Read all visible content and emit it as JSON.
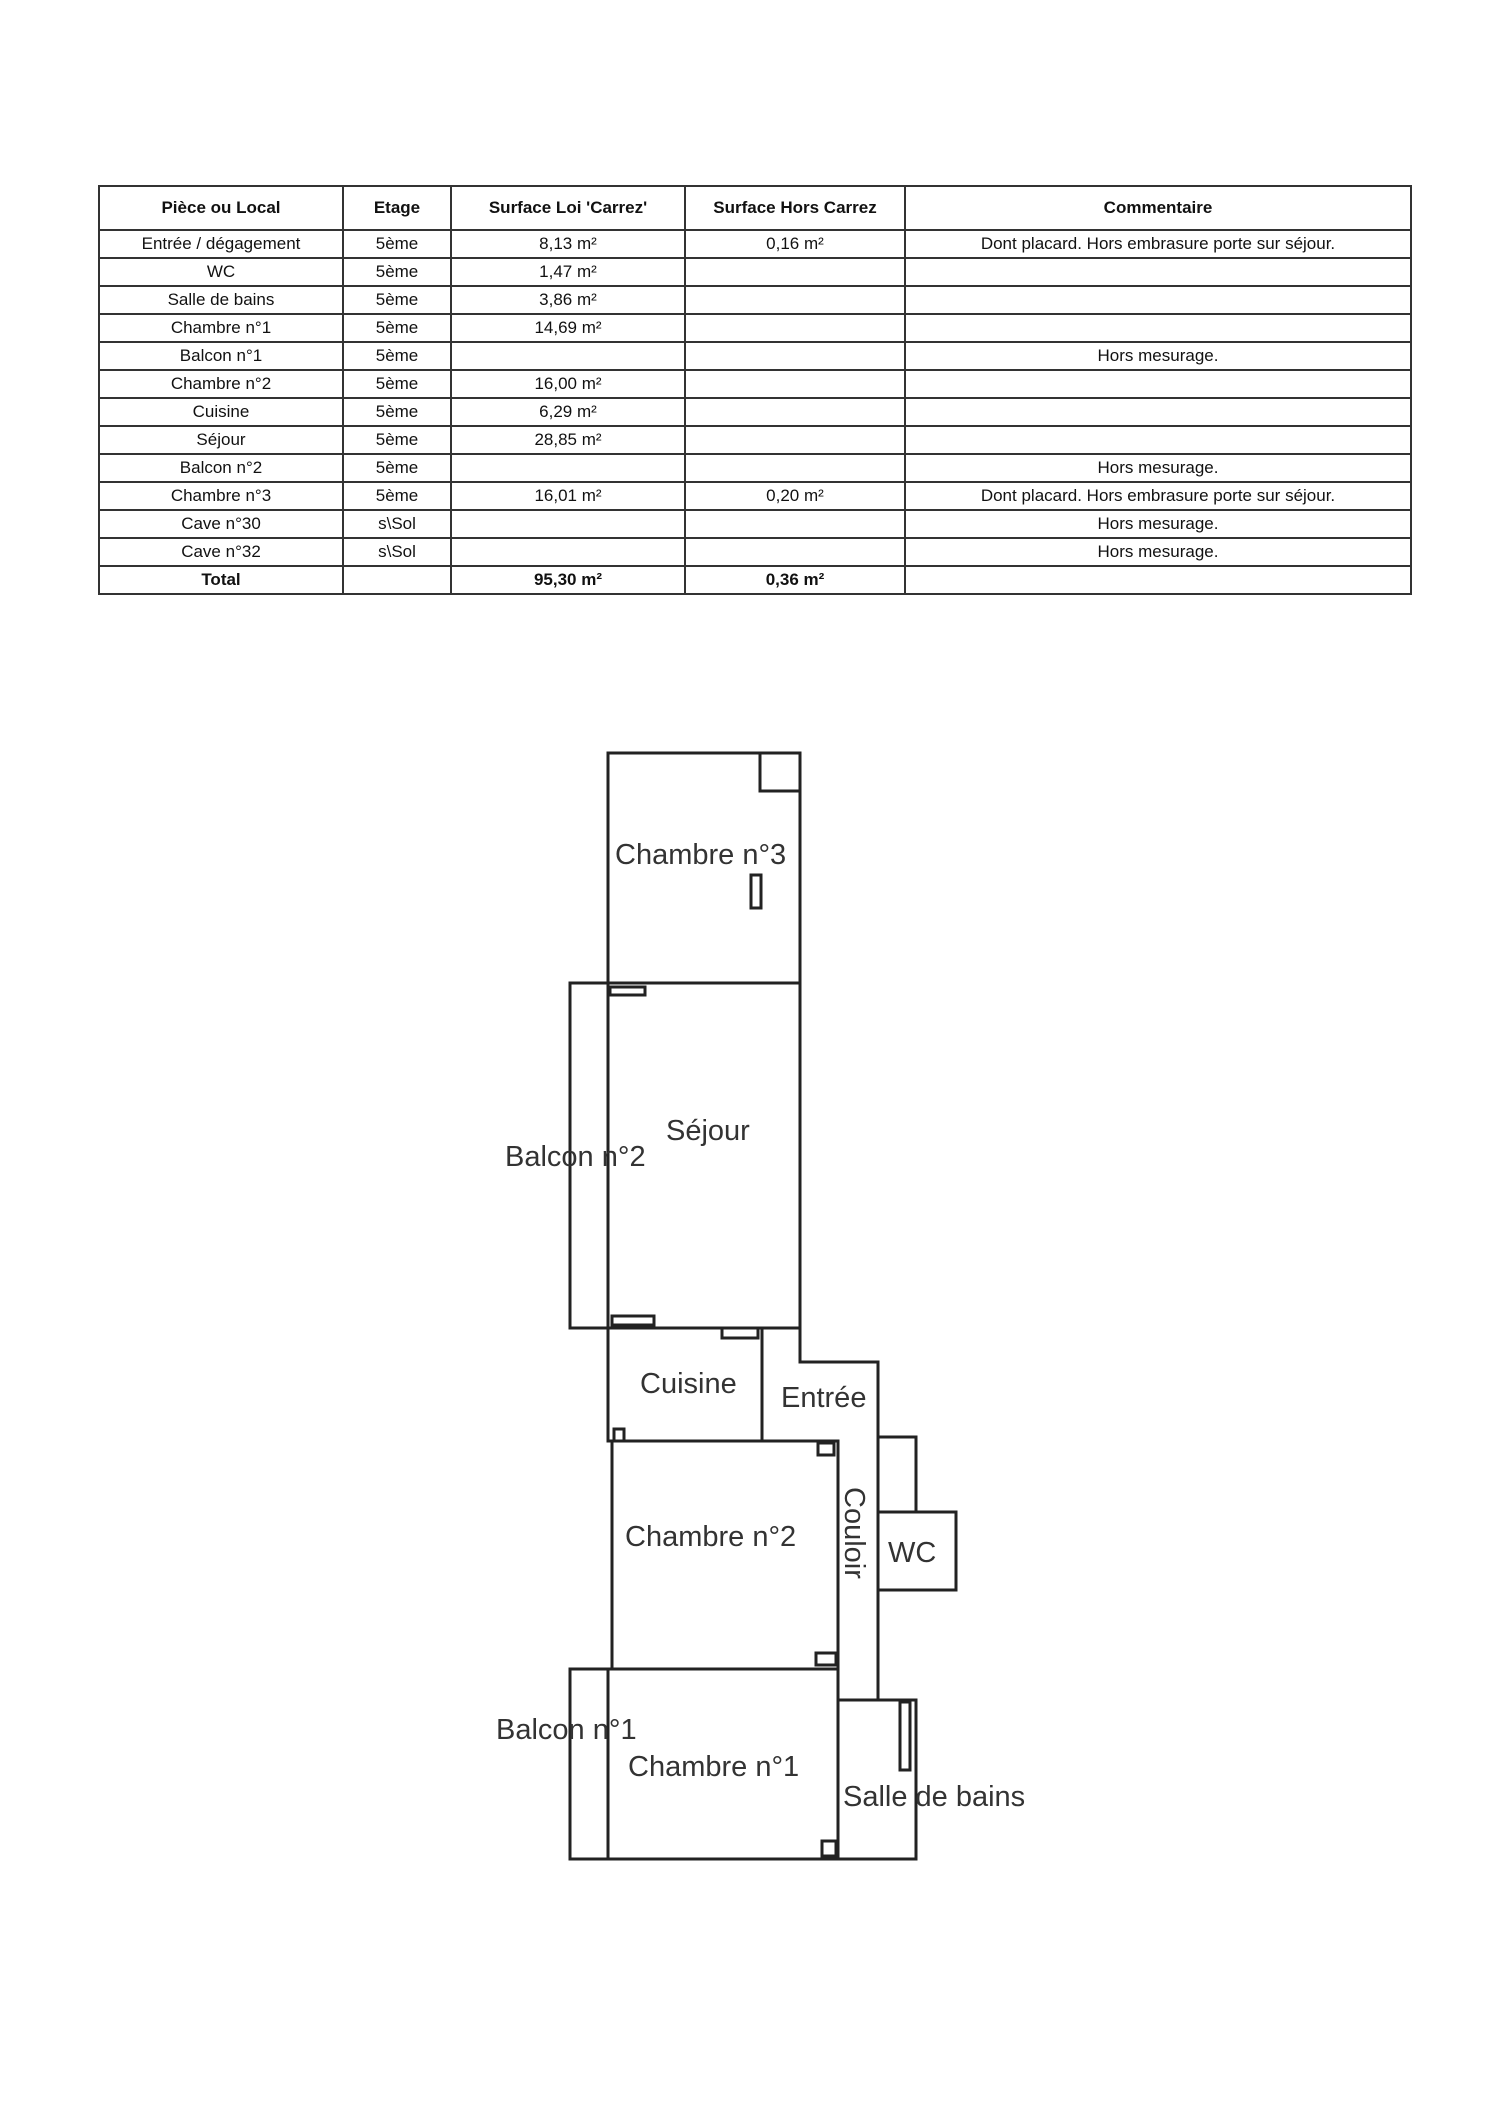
{
  "table": {
    "headers": [
      "Pièce ou Local",
      "Etage",
      "Surface Loi 'Carrez'",
      "Surface Hors Carrez",
      "Commentaire"
    ],
    "rows": [
      [
        "Entrée / dégagement",
        "5ème",
        "8,13 m²",
        "0,16 m²",
        "Dont placard. Hors embrasure porte sur séjour."
      ],
      [
        "WC",
        "5ème",
        "1,47 m²",
        "",
        ""
      ],
      [
        "Salle de bains",
        "5ème",
        "3,86 m²",
        "",
        ""
      ],
      [
        "Chambre n°1",
        "5ème",
        "14,69 m²",
        "",
        ""
      ],
      [
        "Balcon n°1",
        "5ème",
        "",
        "",
        "Hors mesurage."
      ],
      [
        "Chambre n°2",
        "5ème",
        "16,00 m²",
        "",
        ""
      ],
      [
        "Cuisine",
        "5ème",
        "6,29 m²",
        "",
        ""
      ],
      [
        "Séjour",
        "5ème",
        "28,85 m²",
        "",
        ""
      ],
      [
        "Balcon n°2",
        "5ème",
        "",
        "",
        "Hors mesurage."
      ],
      [
        "Chambre n°3",
        "5ème",
        "16,01 m²",
        "0,20 m²",
        "Dont placard. Hors embrasure porte sur séjour."
      ],
      [
        "Cave n°30",
        "s\\Sol",
        "",
        "",
        "Hors mesurage."
      ],
      [
        "Cave n°32",
        "s\\Sol",
        "",
        "",
        "Hors mesurage."
      ]
    ],
    "total": [
      "Total",
      "",
      "95,30 m²",
      "0,36 m²",
      ""
    ]
  },
  "plan": {
    "labels": {
      "chambre3": "Chambre n°3",
      "sejour": "Séjour",
      "balcon2": "Balcon n°2",
      "cuisine": "Cuisine",
      "entree": "Entrée",
      "couloir": "Couloir",
      "wc": "WC",
      "chambre2": "Chambre n°2",
      "balcon1": "Balcon n°1",
      "chambre1": "Chambre n°1",
      "salle_de_bains": "Salle de bains"
    }
  }
}
